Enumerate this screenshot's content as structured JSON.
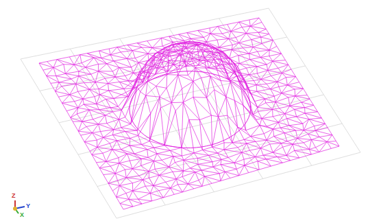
{
  "diagram": {
    "labels": [
      "Z",
      "Y",
      "X"
    ]
  }
}
